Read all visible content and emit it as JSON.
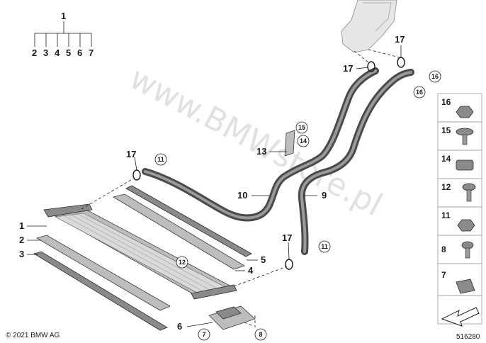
{
  "diagram": {
    "assembly_label": "1",
    "subparts": [
      "2",
      "3",
      "4",
      "5",
      "6",
      "7"
    ],
    "callouts": [
      {
        "id": "c1",
        "text": "1"
      },
      {
        "id": "c2",
        "text": "2"
      },
      {
        "id": "c3",
        "text": "3"
      },
      {
        "id": "c4",
        "text": "4"
      },
      {
        "id": "c5",
        "text": "5"
      },
      {
        "id": "c6",
        "text": "6"
      },
      {
        "id": "c9",
        "text": "9"
      },
      {
        "id": "c10",
        "text": "10"
      },
      {
        "id": "c13",
        "text": "13"
      },
      {
        "id": "c17a",
        "text": "17"
      },
      {
        "id": "c17b",
        "text": "17"
      },
      {
        "id": "c17c",
        "text": "17"
      },
      {
        "id": "c17d",
        "text": "17"
      }
    ],
    "circled": [
      {
        "id": "k7",
        "text": "7"
      },
      {
        "id": "k8",
        "text": "8"
      },
      {
        "id": "k11a",
        "text": "11"
      },
      {
        "id": "k11b",
        "text": "11"
      },
      {
        "id": "k12",
        "text": "12"
      },
      {
        "id": "k14",
        "text": "14"
      },
      {
        "id": "k15",
        "text": "15"
      },
      {
        "id": "k16a",
        "text": "16"
      },
      {
        "id": "k16b",
        "text": "16"
      }
    ],
    "sidebar": [
      "16",
      "15",
      "14",
      "12",
      "11",
      "8",
      "7"
    ],
    "watermark": "www.BMWstore.pl",
    "copyright": "© 2021 BMW AG",
    "diagram_number": "516280"
  }
}
